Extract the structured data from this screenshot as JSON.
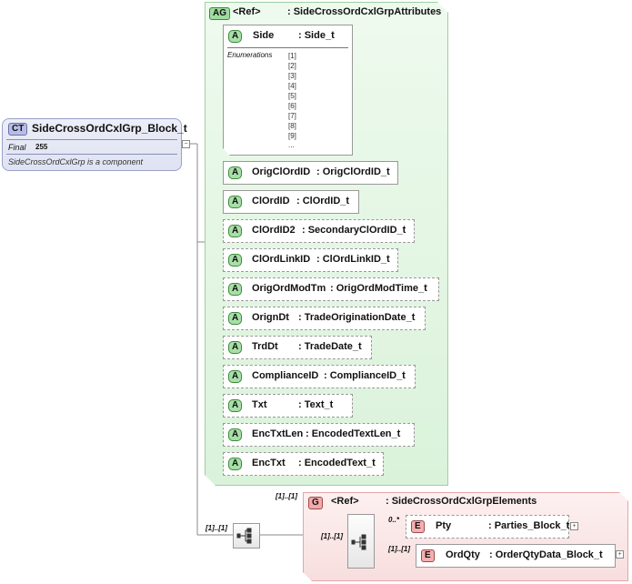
{
  "complex_type": {
    "badge": "CT",
    "name": "SideCrossOrdCxlGrp_Block_t",
    "final_label": "Final",
    "final_value": "255",
    "description": "SideCrossOrdCxlGrp is a component"
  },
  "attribute_group": {
    "badge": "AG",
    "ref": "<Ref>",
    "name": ": SideCrossOrdCxlGrpAttributes",
    "side": {
      "badge": "A",
      "name": "Side",
      "type": ": Side_t",
      "enumerations_label": "Enumerations",
      "enumerations": [
        "[1]",
        "[2]",
        "[3]",
        "[4]",
        "[5]",
        "[6]",
        "[7]",
        "[8]",
        "[9]",
        "..."
      ]
    },
    "attributes": [
      {
        "badge": "A",
        "name": "OrigClOrdID",
        "type": ": OrigClOrdID_t"
      },
      {
        "badge": "A",
        "name": "ClOrdID",
        "type": ": ClOrdID_t"
      },
      {
        "badge": "A",
        "name": "ClOrdID2",
        "type": ": SecondaryClOrdID_t"
      },
      {
        "badge": "A",
        "name": "ClOrdLinkID",
        "type": ": ClOrdLinkID_t"
      },
      {
        "badge": "A",
        "name": "OrigOrdModTm",
        "type": ": OrigOrdModTime_t"
      },
      {
        "badge": "A",
        "name": "OrignDt",
        "type": ": TradeOriginationDate_t"
      },
      {
        "badge": "A",
        "name": "TrdDt",
        "type": ": TradeDate_t"
      },
      {
        "badge": "A",
        "name": "ComplianceID",
        "type": ": ComplianceID_t"
      },
      {
        "badge": "A",
        "name": "Txt",
        "type": ": Text_t"
      },
      {
        "badge": "A",
        "name": "EncTxtLen",
        "type": ": EncodedTextLen_t"
      },
      {
        "badge": "A",
        "name": "EncTxt",
        "type": ": EncodedText_t"
      }
    ]
  },
  "group": {
    "badge": "G",
    "ref": "<Ref>",
    "name": ": SideCrossOrdCxlGrpElements",
    "cardinality": "[1]..[1]",
    "elements": [
      {
        "badge": "E",
        "name": "Pty",
        "type": ": Parties_Block_t",
        "cardinality": "0..*",
        "expander": "+"
      },
      {
        "badge": "E",
        "name": "OrdQty",
        "type": ": OrderQtyData_Block_t",
        "cardinality": "[1]..[1]",
        "expander": "+"
      }
    ]
  },
  "sequence_cardinality_outer": "[1]..[1]",
  "sequence_cardinality_inner": "[1]..[1]",
  "ct_collapse": "−"
}
